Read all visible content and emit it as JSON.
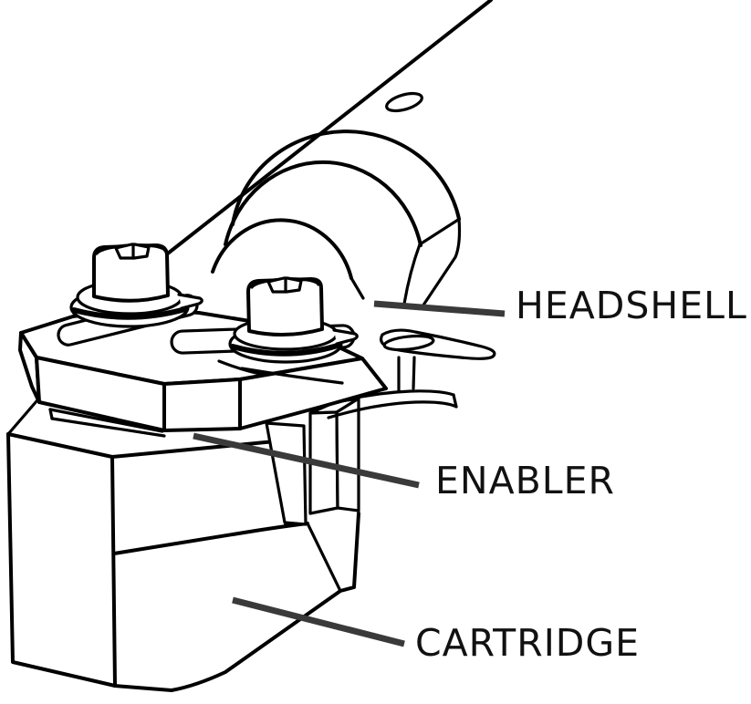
{
  "diagram": {
    "type": "technical-illustration",
    "subject": "phono-cartridge-headshell-assembly",
    "labels": [
      {
        "id": "headshell",
        "text": "HEADSHELL"
      },
      {
        "id": "enabler",
        "text": "ENABLER"
      },
      {
        "id": "cartridge",
        "text": "CARTRIDGE"
      }
    ],
    "colors": {
      "background": "#ffffff",
      "line": "#000000",
      "leader": "#3a3a3a",
      "label": "#111111"
    }
  }
}
